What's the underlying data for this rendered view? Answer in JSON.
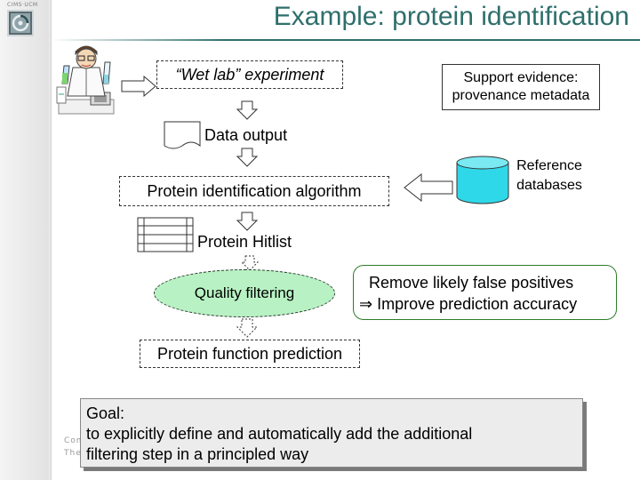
{
  "slide": {
    "title": "Example: protein identification",
    "logo_caption": "CIMS·UCM",
    "colors": {
      "title": "#2e6f6b",
      "ellipse_fill": "#b8f2c4",
      "database_fill": "#2fd8e8",
      "goal_bg": "#ececec"
    }
  },
  "flow": {
    "wet_lab": "“Wet lab” experiment",
    "data_output": "Data output",
    "algorithm": "Protein identification algorithm",
    "hitlist": "Protein Hitlist",
    "quality": "Quality filtering",
    "function_prediction": "Protein function prediction"
  },
  "side": {
    "support_line1": "Support evidence:",
    "support_line2": "provenance metadata",
    "reference_line1": "Reference",
    "reference_line2": "databases",
    "remove_line1": "Remove likely false positives",
    "remove_line2": "⇒ Improve prediction accuracy"
  },
  "goal": {
    "line1": "Goal:",
    "line2": "to explicitly define and automatically add the additional",
    "line3": "filtering step in a principled way"
  },
  "footer": {
    "line1": "Comm",
    "line2": "The V"
  },
  "icons": [
    "scientist-illustration",
    "document-icon",
    "database-icon",
    "table-icon",
    "arrow-down-icon",
    "arrow-right-icon",
    "arrow-left-icon"
  ]
}
